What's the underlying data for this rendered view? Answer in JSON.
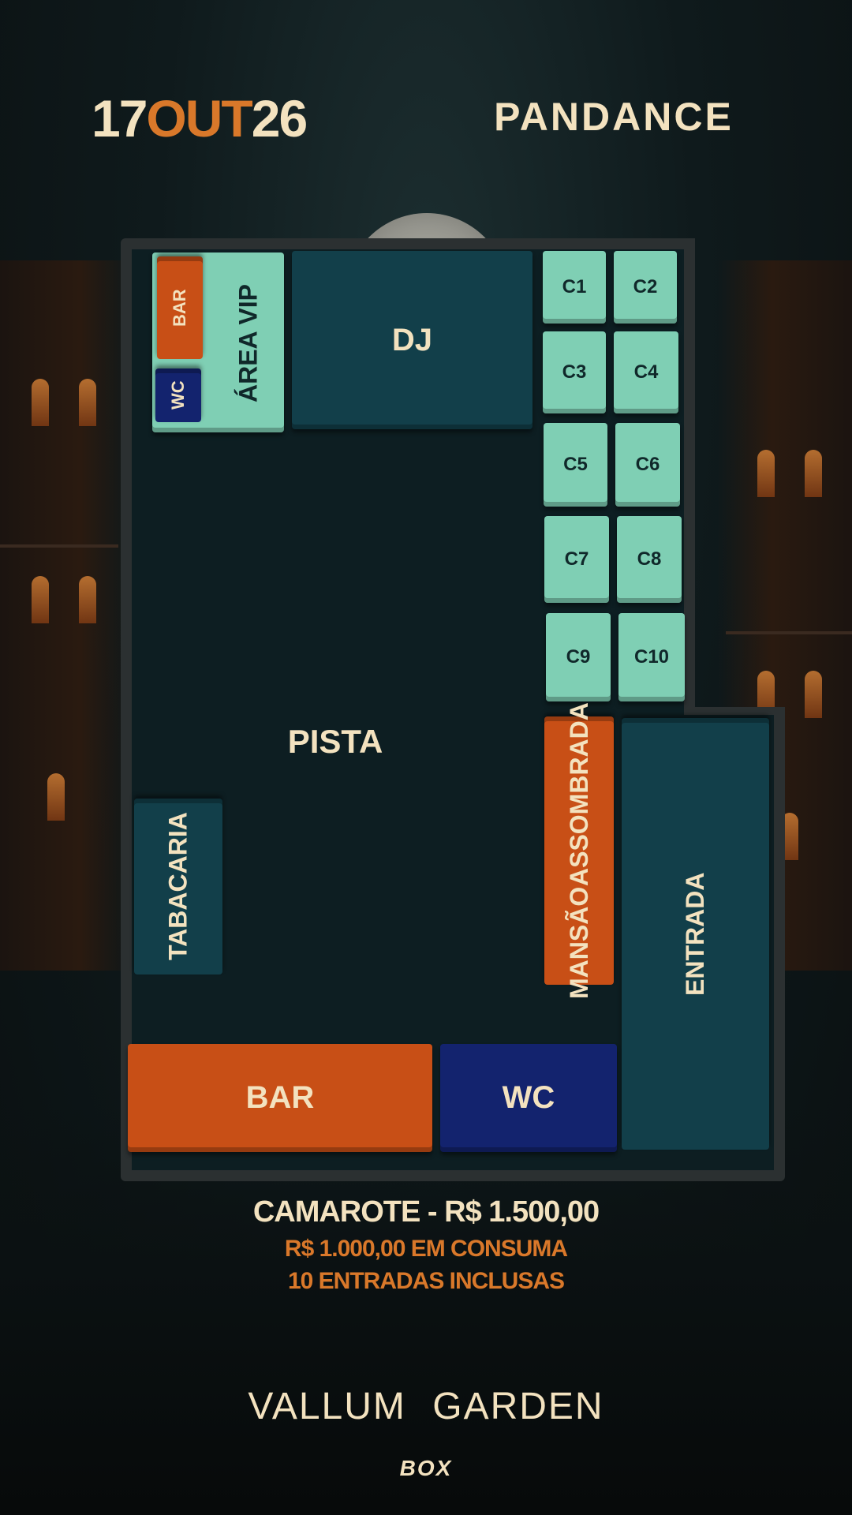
{
  "header": {
    "date_day": "17",
    "date_month": "OUT",
    "date_year": "26",
    "brand": "PANDANCE"
  },
  "map": {
    "bar_vip": "BAR",
    "wc_vip": "WC",
    "area_vip": "ÁREA VIP",
    "dj": "DJ",
    "cabins": [
      "C1",
      "C2",
      "C3",
      "C4",
      "C5",
      "C6",
      "C7",
      "C8",
      "C9",
      "C10"
    ],
    "pista": "PISTA",
    "tabacaria": "TABACARIA",
    "mansao_line1": "MANSÃO",
    "mansao_line2": "ASSOMBRADA",
    "entrada": "ENTRADA",
    "bar": "BAR",
    "wc": "WC"
  },
  "pricing": {
    "camarote": "CAMAROTE - R$ 1.500,00",
    "consuma": "R$ 1.000,00 EM CONSUMA",
    "entradas": "10 ENTRADAS INCLUSAS"
  },
  "footer": {
    "venue": "VALLUM GARDEN",
    "logo": "BOX"
  },
  "colors": {
    "cream": "#f3e2bf",
    "orange": "#d9782a",
    "mint": "#7fcfb4",
    "teal": "#123f4a",
    "navy": "#13236e",
    "brick": "#c84f16"
  }
}
